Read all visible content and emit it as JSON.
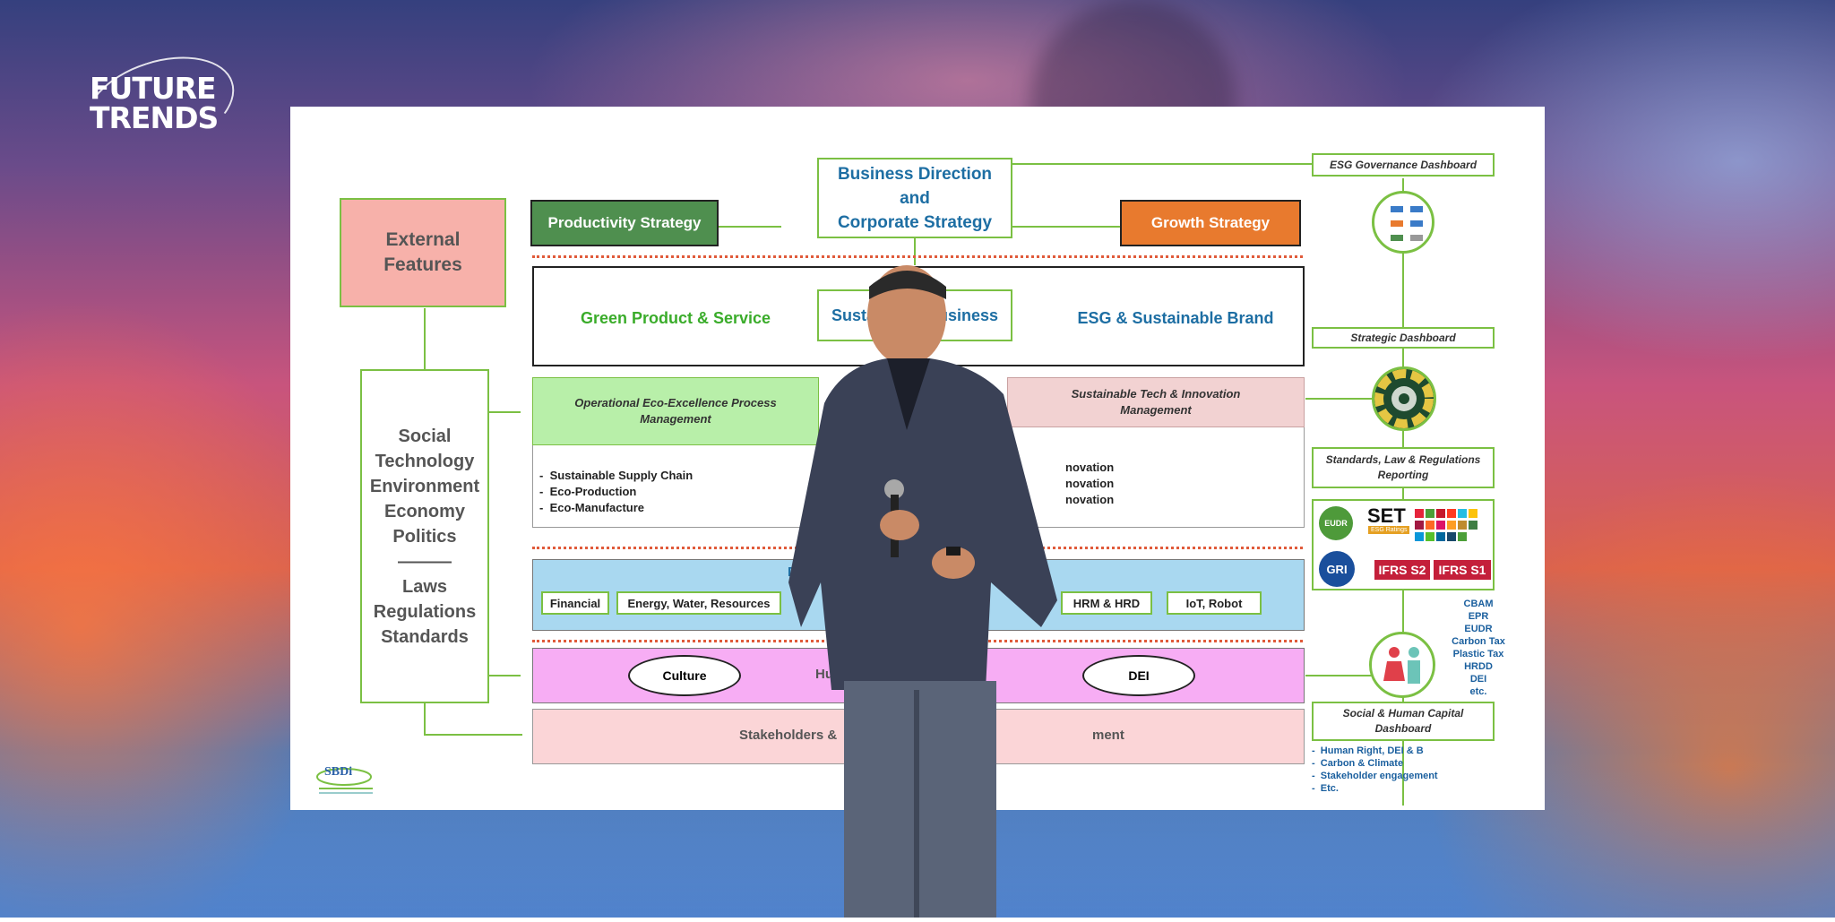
{
  "logo": {
    "line1": "FUTURE",
    "line2": "TRENDS"
  },
  "slide": {
    "business_direction": "Business Direction\nand\nCorporate Strategy",
    "productivity_strategy": "Productivity Strategy",
    "growth_strategy": "Growth Strategy",
    "external_features": "External\nFeatures",
    "green_product": "Green Product & Service",
    "sustainable_business": "Sustainable Business",
    "esg_brand": "ESG & Sustainable Brand",
    "pillars": "Social\nTechnology\nEnvironment\nEconomy\nPolitics\n———\nLaws\nRegulations\nStandards",
    "operational": "Operational Eco-Excellence Process\nManagement",
    "operational_items": [
      "Sustainable Supply Chain",
      "Eco-Production",
      "Eco-Manufacture"
    ],
    "tech_innovation": "Sustainable Tech & Innovation\nManagement",
    "tech_items": [
      "novation",
      "novation",
      "novation"
    ],
    "data_label": "Da",
    "data_tags": [
      "Financial",
      "Energy, Water, Resources",
      "HRM & HRD",
      "IoT, Robot"
    ],
    "human_label": "Huma",
    "culture": "Culture",
    "dei": "DEI",
    "stakeholders_left": "Stakeholders &",
    "stakeholders_right": "ment",
    "esg_governance": "ESG Governance Dashboard",
    "strategic_dashboard": "Strategic Dashboard",
    "standards": "Standards, Law & Regulations\nReporting",
    "social_dashboard": "Social & Human Capital\nDashboard",
    "regulations": [
      "CBAM",
      "EPR",
      "EUDR",
      "Carbon Tax",
      "Plastic Tax",
      "HRDD",
      "DEI",
      "etc."
    ],
    "social_items": [
      "Human Right, DEI & B",
      "Carbon & Climate",
      "Stakeholder engagement",
      "Etc."
    ],
    "logos": {
      "eudr": "EUDR",
      "set": "SET",
      "set_sub": "ESG Ratings",
      "gri": "GRI",
      "ifrs_s2": "IFRS S2",
      "ifrs_s1": "IFRS S1",
      "sbdi": "SBDi"
    },
    "colors": {
      "green_border": "#7bc043",
      "productivity_fill": "#4f8f4f",
      "growth_fill": "#e87a2e",
      "external_fill": "#f7b1aa",
      "operational_fill": "#b8efa9",
      "tech_fill": "#f2d2d2",
      "data_fill": "#a9d8f0",
      "human_fill": "#f7adf4",
      "stakeholder_fill": "#fbd5d7",
      "blue_text": "#1d6ea3",
      "green_text": "#3aac2a",
      "ifrs_red": "#c41f3a"
    }
  }
}
